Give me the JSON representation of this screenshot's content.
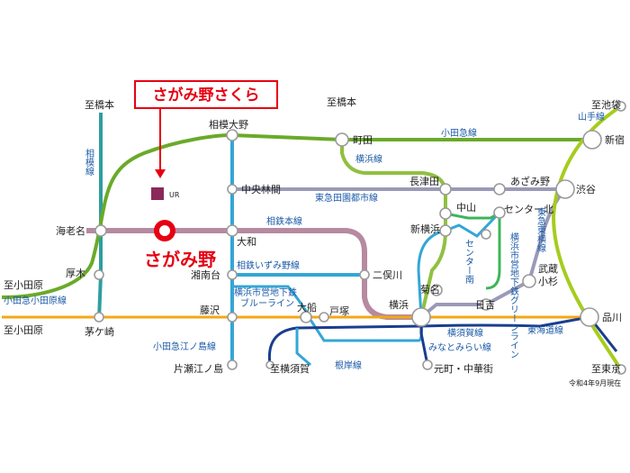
{
  "callout": {
    "title": "さがみ野さくら"
  },
  "current_station": "さがみ野",
  "logo_text": "UR",
  "note": "令和4年9月現在",
  "colors": {
    "odakyu": "#6aaa2a",
    "sotetsu": "#b68aa0",
    "tokaido": "#f3a716",
    "blue_line": "#34a6d6",
    "minatomirai": "#1a3d8f",
    "green_line": "#3db55a",
    "sagami_line": "#2f9e9e",
    "yamanote": "#a6cc1e",
    "accent_red": "#e60012",
    "toyoko_grey": "#9a9ab8",
    "yokohama_line": "#90c040"
  },
  "terminals": {
    "to_hashimoto_left": "至橋本",
    "to_hashimoto_right": "至橋本",
    "to_ikebukuro": "至池袋",
    "to_odawara_1": "至小田原",
    "to_odawara_2": "至小田原",
    "to_tokyo": "至東京",
    "to_yokosuka": "至横須賀"
  },
  "stations": {
    "sagamiono": "相模大野",
    "machida": "町田",
    "shinjuku": "新宿",
    "ebina": "海老名",
    "atsugi": "厚木",
    "chigasaki": "茅ケ崎",
    "chuorinkan": "中央林間",
    "nagatsuta": "長津田",
    "azamino": "あざみ野",
    "shibuya": "渋谷",
    "yamato": "大和",
    "nakayama": "中山",
    "center_kita": "センター北",
    "shinyokohama": "新横浜",
    "shonandai": "湘南台",
    "futamatagawa": "二俣川",
    "center_minami": "センター南",
    "musashikosugi": "武蔵\n小杉",
    "kikuna": "菊名",
    "hiyoshi": "日吉",
    "yokohama": "横浜",
    "fujisawa": "藤沢",
    "ofuna": "大船",
    "totsuka": "戸塚",
    "shinagawa": "品川",
    "katase_enoshima": "片瀬江ノ島",
    "motomachi": "元町・中華街"
  },
  "lines": {
    "odakyu": "小田急線",
    "odakyu_odawara": "小田急小田原線",
    "odakyu_enoshima": "小田急江ノ島線",
    "sagami": "相模線",
    "yokohama": "横浜線",
    "denentoshi": "東急田園都市線",
    "sotetsu": "相鉄本線",
    "sotetsu_izumino": "相鉄いずみ野線",
    "blueline_1": "横浜市営地下鉄",
    "blueline_2": "ブルーライン",
    "greenline": "横浜市営地下鉄グリーンライン",
    "toyoko": "東急東横線",
    "yamanote": "山手線",
    "tokaido": "東海道線",
    "yokosuka": "横須賀線",
    "minatomirai": "みなとみらい線",
    "negishi": "根岸線"
  }
}
